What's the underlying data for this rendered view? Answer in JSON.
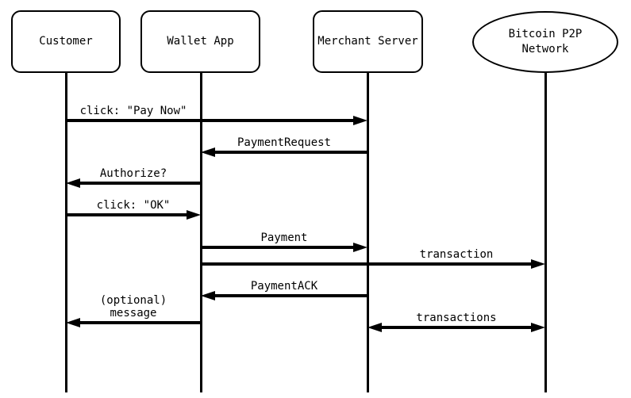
{
  "diagram": {
    "type": "sequence-diagram",
    "background": "#ffffff",
    "line_color": "#000000",
    "fill_color": "#ffffff"
  },
  "actors": [
    {
      "label": "Customer",
      "shape": "rounded-rect"
    },
    {
      "label": "Wallet App",
      "shape": "rounded-rect"
    },
    {
      "label": "Merchant Server",
      "shape": "rounded-rect"
    },
    {
      "label": "Bitcoin P2P\nNetwork",
      "shape": "ellipse"
    }
  ],
  "messages": [
    {
      "label": "click: \"Pay Now\"",
      "from": "Customer",
      "to": "Merchant Server",
      "arrow": "right"
    },
    {
      "label": "PaymentRequest",
      "from": "Merchant Server",
      "to": "Wallet App",
      "arrow": "left"
    },
    {
      "label": "Authorize?",
      "from": "Wallet App",
      "to": "Customer",
      "arrow": "left"
    },
    {
      "label": "click: \"OK\"",
      "from": "Customer",
      "to": "Wallet App",
      "arrow": "right"
    },
    {
      "label": "Payment",
      "from": "Wallet App",
      "to": "Merchant Server",
      "arrow": "right"
    },
    {
      "label": "transaction",
      "from": "Wallet App",
      "to": "Bitcoin P2P Network",
      "arrow": "right"
    },
    {
      "label": "PaymentACK",
      "from": "Merchant Server",
      "to": "Wallet App",
      "arrow": "left"
    },
    {
      "label": "(optional)\nmessage",
      "from": "Wallet App",
      "to": "Customer",
      "arrow": "left"
    },
    {
      "label": "transactions",
      "from": "Merchant Server",
      "to": "Bitcoin P2P Network",
      "arrow": "both"
    }
  ]
}
